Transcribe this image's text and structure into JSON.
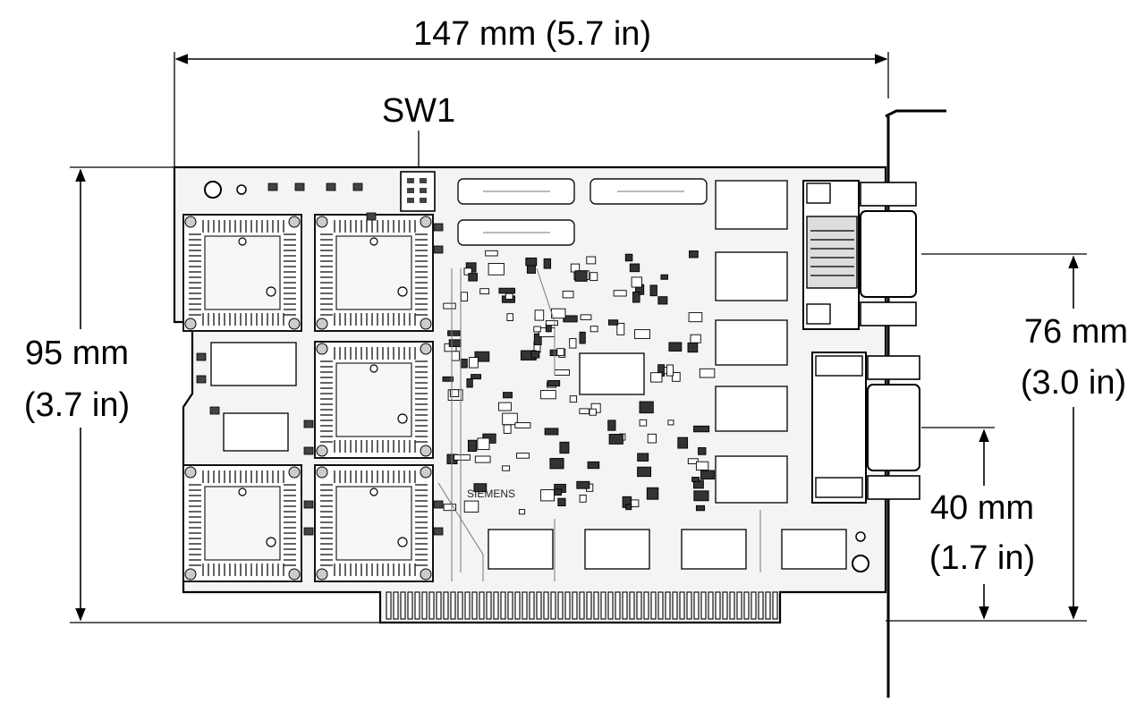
{
  "dimensions": {
    "width": "147 mm (5.7 in)",
    "switch_label": "SW1",
    "height_mm": "95 mm",
    "height_in": "(3.7 in)",
    "connector_top_mm": "76 mm",
    "connector_top_in": "(3.0 in)",
    "connector_bottom_mm": "40 mm",
    "connector_bottom_in": "(1.7 in)"
  },
  "board_print": {
    "logo": "SIEMENS"
  }
}
